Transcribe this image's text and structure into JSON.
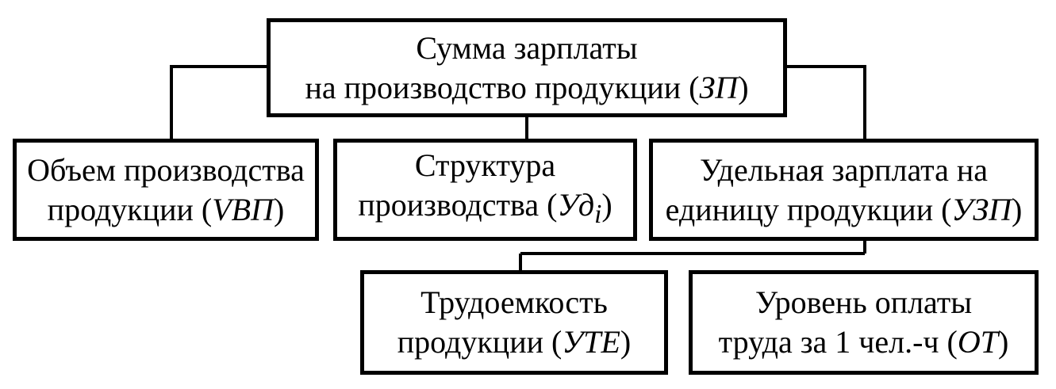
{
  "diagram": {
    "root": {
      "line1": "Сумма зарплаты",
      "line2_text": "на производство продукции (",
      "line2_abbr": "ЗП",
      "line2_close": ")"
    },
    "level1": [
      {
        "line1": "Объем производства",
        "line2_text": "продукции (",
        "line2_abbr": "VВП",
        "line2_close": ")"
      },
      {
        "line1": "Структура",
        "line2_text": "производства (",
        "line2_abbr": "Уд",
        "line2_sub": "i",
        "line2_close": ")"
      },
      {
        "line1": "Удельная зарплата на",
        "line2_text": "единицу продукции (",
        "line2_abbr": "УЗП",
        "line2_close": ")"
      }
    ],
    "level2": [
      {
        "line1": "Трудоемкость",
        "line2_text": "продукции (",
        "line2_abbr": "УТЕ",
        "line2_close": ")"
      },
      {
        "line1": "Уровень оплаты",
        "line2_text": "труда за 1 чел.-ч (",
        "line2_abbr": "ОТ",
        "line2_close": ")"
      }
    ]
  }
}
